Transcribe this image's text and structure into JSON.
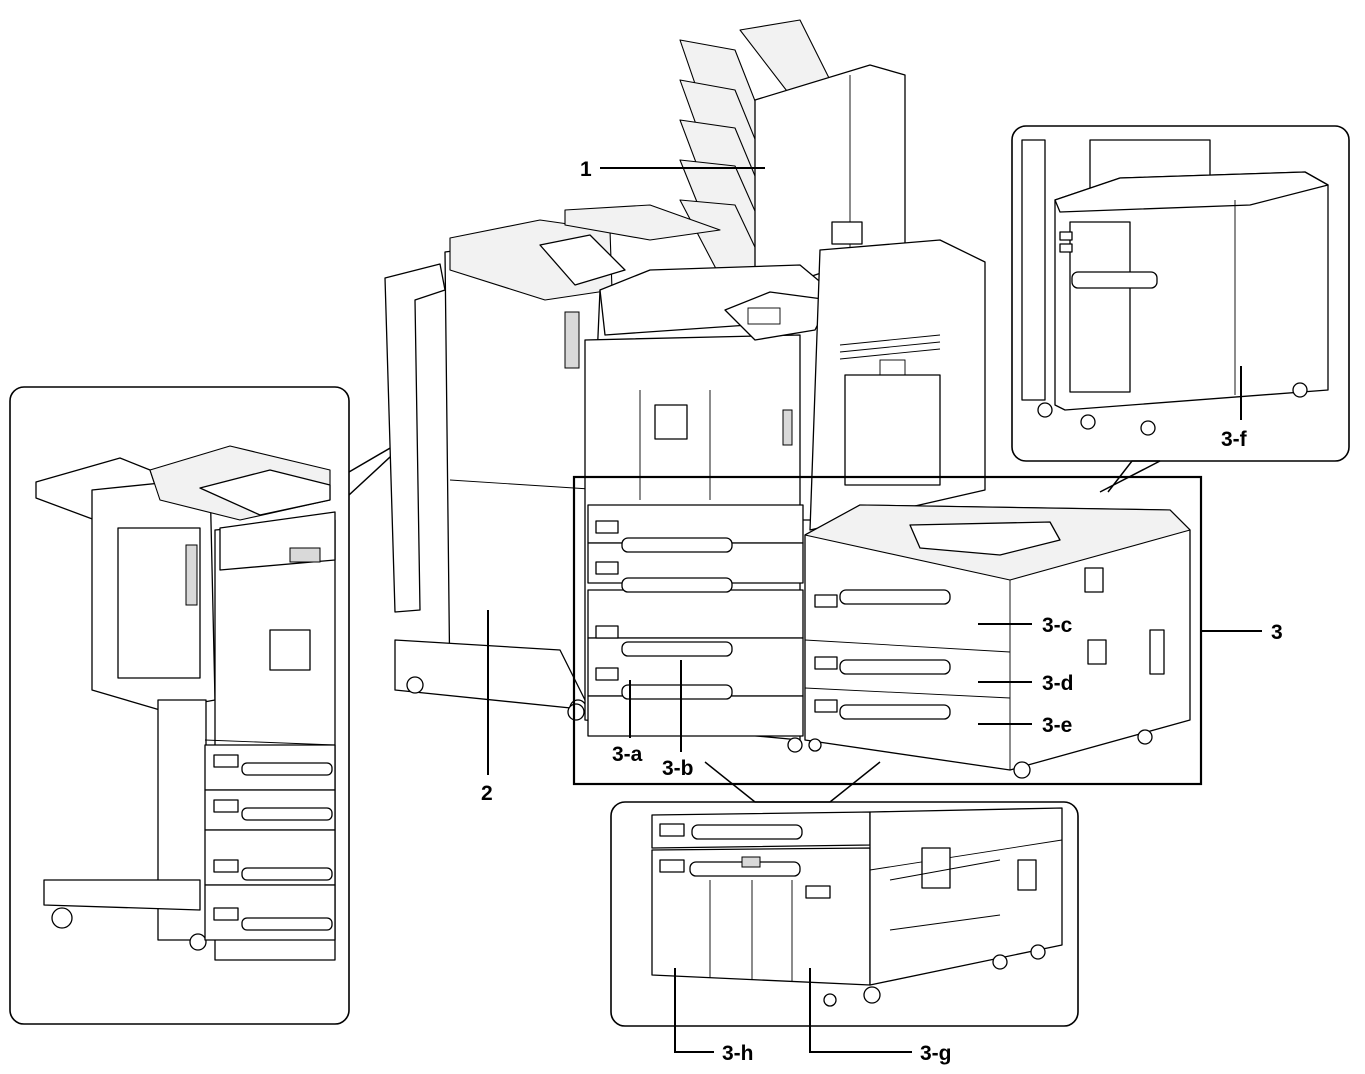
{
  "callouts": [
    {
      "id": "1",
      "text": "1"
    },
    {
      "id": "2",
      "text": "2"
    },
    {
      "id": "3",
      "text": "3"
    },
    {
      "id": "3a",
      "text": "3-a"
    },
    {
      "id": "3b",
      "text": "3-b"
    },
    {
      "id": "3c",
      "text": "3-c"
    },
    {
      "id": "3d",
      "text": "3-d"
    },
    {
      "id": "3e",
      "text": "3-e"
    },
    {
      "id": "3f",
      "text": "3-f"
    },
    {
      "id": "3g",
      "text": "3-g"
    },
    {
      "id": "3h",
      "text": "3-h"
    }
  ],
  "colors": {
    "line": "#000000",
    "fill": "#ffffff",
    "shade": "#d9d9d9"
  }
}
